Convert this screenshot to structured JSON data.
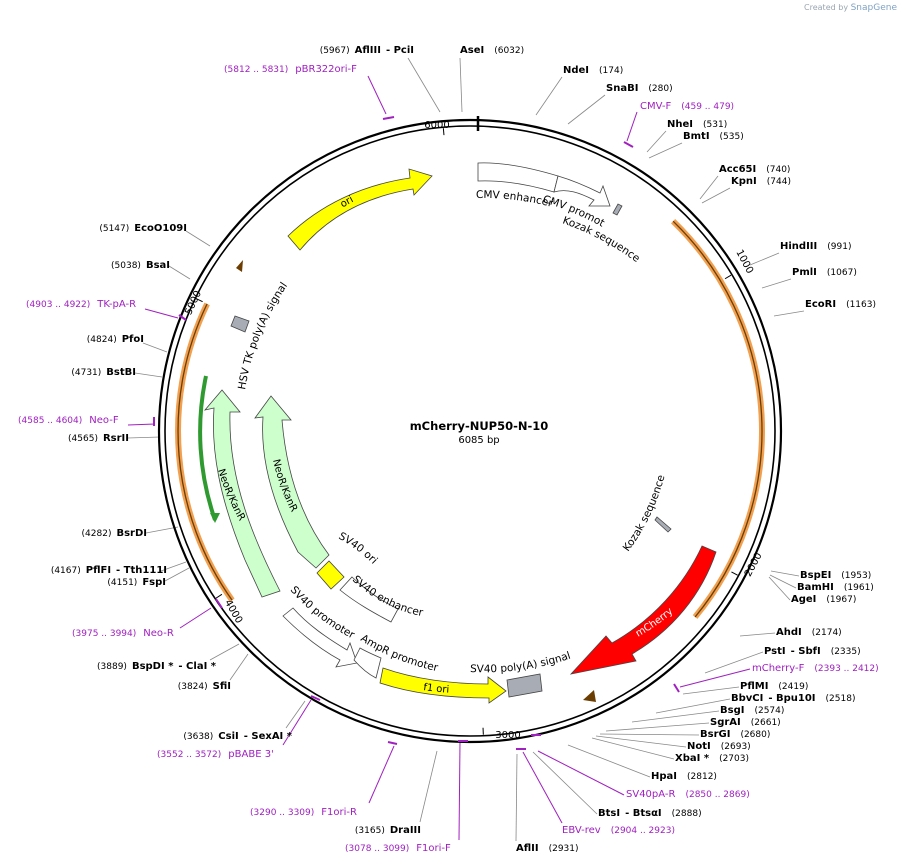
{
  "watermark": {
    "prefix": "Created by",
    "brand": "SnapGene"
  },
  "plasmid": {
    "name": "mCherry-NUP50-N-10",
    "length": "6085 bp"
  },
  "colors": {
    "backbone": "#000000",
    "primer": "#a020c0",
    "orf_outline": "#f0a050",
    "ori": "#ffff00",
    "neo": "#ccffcc",
    "mcherry": "#ff0000",
    "misc": "#a8adb5",
    "promoter": "#ffffff"
  },
  "ticks": [
    {
      "label": "1000",
      "pos": 1000
    },
    {
      "label": "2000",
      "pos": 2000
    },
    {
      "label": "3000",
      "pos": 3000
    },
    {
      "label": "4000",
      "pos": 4000
    },
    {
      "label": "5000",
      "pos": 5000
    },
    {
      "label": "6000",
      "pos": 6000
    }
  ],
  "enzymes": [
    {
      "pos": "(5967)",
      "name": "AflIII",
      "name2": "- PciI"
    },
    {
      "pos": "(6032)",
      "name": "AseI"
    },
    {
      "pos": "(174)",
      "name": "NdeI"
    },
    {
      "pos": "(280)",
      "name": "SnaBI"
    },
    {
      "pos": "(531)",
      "name": "NheI"
    },
    {
      "pos": "(535)",
      "name": "BmtI"
    },
    {
      "pos": "(740)",
      "name": "Acc65I"
    },
    {
      "pos": "(744)",
      "name": "KpnI"
    },
    {
      "pos": "(991)",
      "name": "HindIII"
    },
    {
      "pos": "(1067)",
      "name": "PmlI"
    },
    {
      "pos": "(1163)",
      "name": "EcoRI"
    },
    {
      "pos": "(1953)",
      "name": "BspEI"
    },
    {
      "pos": "(1961)",
      "name": "BamHI"
    },
    {
      "pos": "(1967)",
      "name": "AgeI"
    },
    {
      "pos": "(2174)",
      "name": "AhdI"
    },
    {
      "pos": "(2335)",
      "name": "PstI",
      "name2": "- SbfI"
    },
    {
      "pos": "(2419)",
      "name": "PflMI"
    },
    {
      "pos": "(2518)",
      "name": "BbvCI",
      "name2": "- Bpu10I"
    },
    {
      "pos": "(2574)",
      "name": "BsgI"
    },
    {
      "pos": "(2661)",
      "name": "SgrAI"
    },
    {
      "pos": "(2680)",
      "name": "BsrGI"
    },
    {
      "pos": "(2693)",
      "name": "NotI"
    },
    {
      "pos": "(2703)",
      "name": "XbaI *"
    },
    {
      "pos": "(2812)",
      "name": "HpaI"
    },
    {
      "pos": "(2888)",
      "name": "BtsI",
      "name2": "- BtsαI"
    },
    {
      "pos": "(2931)",
      "name": "AflII"
    },
    {
      "pos": "(3165)",
      "name": "DraIII"
    },
    {
      "pos": "(3638)",
      "name": "CsiI",
      "name2": "- SexAI *"
    },
    {
      "pos": "(3824)",
      "name": "SfiI"
    },
    {
      "pos": "(3889)",
      "name": "BspDI *",
      "name2": "- ClaI *"
    },
    {
      "pos": "(4151)",
      "name": "FspI"
    },
    {
      "pos": "(4167)",
      "name": "PflFI",
      "name2": "- Tth111I"
    },
    {
      "pos": "(4282)",
      "name": "BsrDI"
    },
    {
      "pos": "(4565)",
      "name": "RsrII"
    },
    {
      "pos": "(4731)",
      "name": "BstBI"
    },
    {
      "pos": "(4824)",
      "name": "PfoI"
    },
    {
      "pos": "(5038)",
      "name": "BsaI"
    },
    {
      "pos": "(5147)",
      "name": "EcoO109I"
    }
  ],
  "primers": [
    {
      "range": "(5812 .. 5831)",
      "name": "pBR322ori-F"
    },
    {
      "range": "(459 .. 479)",
      "name": "CMV-F"
    },
    {
      "range": "(2393 .. 2412)",
      "name": "mCherry-F"
    },
    {
      "range": "(2850 .. 2869)",
      "name": "SV40pA-R"
    },
    {
      "range": "(2904 .. 2923)",
      "name": "EBV-rev"
    },
    {
      "range": "(3078 .. 3099)",
      "name": "F1ori-F"
    },
    {
      "range": "(3290 .. 3309)",
      "name": "F1ori-R"
    },
    {
      "range": "(3552 .. 3572)",
      "name": "pBABE 3'"
    },
    {
      "range": "(3975 .. 3994)",
      "name": "Neo-R"
    },
    {
      "range": "(4585 .. 4604)",
      "name": "Neo-F"
    },
    {
      "range": "(4903 .. 4922)",
      "name": "TK-pA-R"
    }
  ],
  "features": [
    {
      "name": "ori"
    },
    {
      "name": "CMV enhancer"
    },
    {
      "name": "CMV promoter"
    },
    {
      "name": "Kozak sequence"
    },
    {
      "name": "HSV TK poly(A) signal"
    },
    {
      "name": "NeoR/KanR"
    },
    {
      "name": "NeoR/KanR"
    },
    {
      "name": "SV40 ori"
    },
    {
      "name": "SV40 enhancer"
    },
    {
      "name": "SV40 promoter"
    },
    {
      "name": "AmpR promoter"
    },
    {
      "name": "f1 ori"
    },
    {
      "name": "SV40 poly(A) signal"
    },
    {
      "name": "Kozak sequence"
    },
    {
      "name": "mCherry"
    }
  ]
}
